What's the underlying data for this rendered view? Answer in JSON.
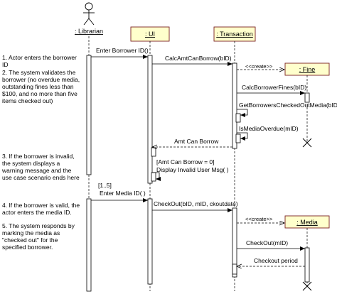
{
  "participants": {
    "librarian": ": Librarian",
    "ui": ": UI",
    "transaction": ": Transaction",
    "fine": ": Fine",
    "media": ": Media"
  },
  "notes": [
    "1. Actor enters the borrower ID",
    "2. The system validates the borrower (no overdue media, outstanding fines less than $100, and no more than five items checked out)",
    "3. If the borrower is invalid, the system displays a warning message and the use case scenario ends here",
    "4. If the borrower is valid, the actor enters the media ID.",
    "5. The system responds by marking the media as \"checked out\" for the specified borrower."
  ],
  "messages": {
    "enter_borrower_id": "Enter Borrower ID()",
    "calc_amt_can_borrow": "CalcAmtCanBorrow(bID)",
    "create_fine": "<<create>>",
    "calc_borrower_fines": "CalcBorrowerFines(bID)",
    "get_borrowers_checked_out_media": "GetBorrowersCheckedOutMedia(bID)",
    "is_media_overdue": "IsMediaOverdue(mID)",
    "amt_can_borrow": "Amt Can Borrow",
    "guard_amt_zero": "[Amt Can Borrow = 0]",
    "display_invalid_user_msg": "Display Invalid User Msg( )",
    "multiplicity": "[1..5]",
    "enter_media_id": "Enter Media ID( )",
    "check_out_transaction": "CheckOut(bID, mID, ckoutdate)",
    "create_media": "<<create>>",
    "check_out_media": "CheckOut(mID)",
    "checkout_period": "Checkout period"
  }
}
